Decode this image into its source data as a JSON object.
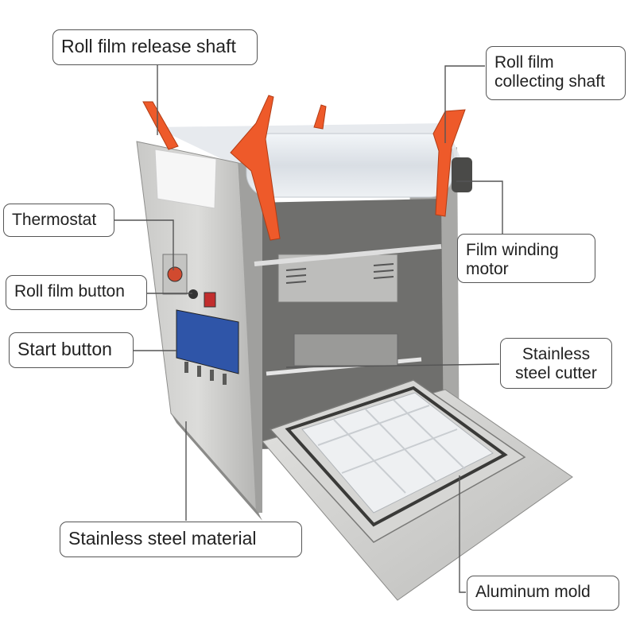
{
  "colors": {
    "steel_light": "#d8d8d6",
    "steel_mid": "#b8b8b6",
    "steel_dark": "#8e8e8c",
    "handle_orange": "#ee5a2a",
    "film": "#e9eef3",
    "leader": "#555555"
  },
  "labels": {
    "roll_film_release_shaft": "Roll film release shaft",
    "roll_film_collecting_shaft": "Roll film\ncollecting shaft",
    "thermostat": "Thermostat",
    "roll_film_button": "Roll film button",
    "start_button": "Start button",
    "film_winding_motor": "Film winding\nmotor",
    "stainless_steel_cutter": "Stainless\nsteel cutter",
    "stainless_steel_material": "Stainless steel material",
    "aluminum_mold": "Aluminum mold"
  }
}
